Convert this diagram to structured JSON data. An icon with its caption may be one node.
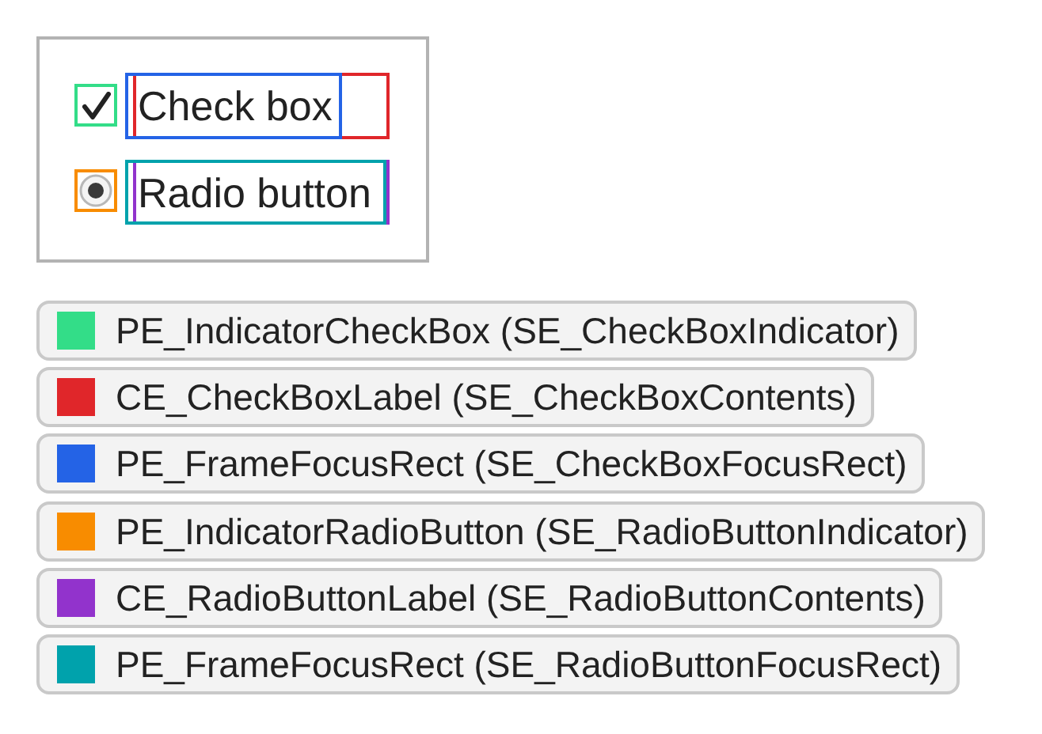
{
  "diagram": {
    "labels": [
      "Check box",
      "Radio button"
    ],
    "legend": [
      {
        "text": "PE_IndicatorCheckBox (SE_CheckBoxIndicator)",
        "color": "#33dd88"
      },
      {
        "text": "CE_CheckBoxLabel (SE_CheckBoxContents)",
        "color": "#e0262a"
      },
      {
        "text": "PE_FrameFocusRect (SE_CheckBoxFocusRect)",
        "color": "#2463e6"
      },
      {
        "text": "PE_IndicatorRadioButton (SE_RadioButtonIndicator)",
        "color": "#f88c00"
      },
      {
        "text": "CE_RadioButtonLabel (SE_RadioButtonContents)",
        "color": "#9233cc"
      },
      {
        "text": "PE_FrameFocusRect (SE_RadioButtonFocusRect)",
        "color": "#00a2ac"
      }
    ]
  }
}
